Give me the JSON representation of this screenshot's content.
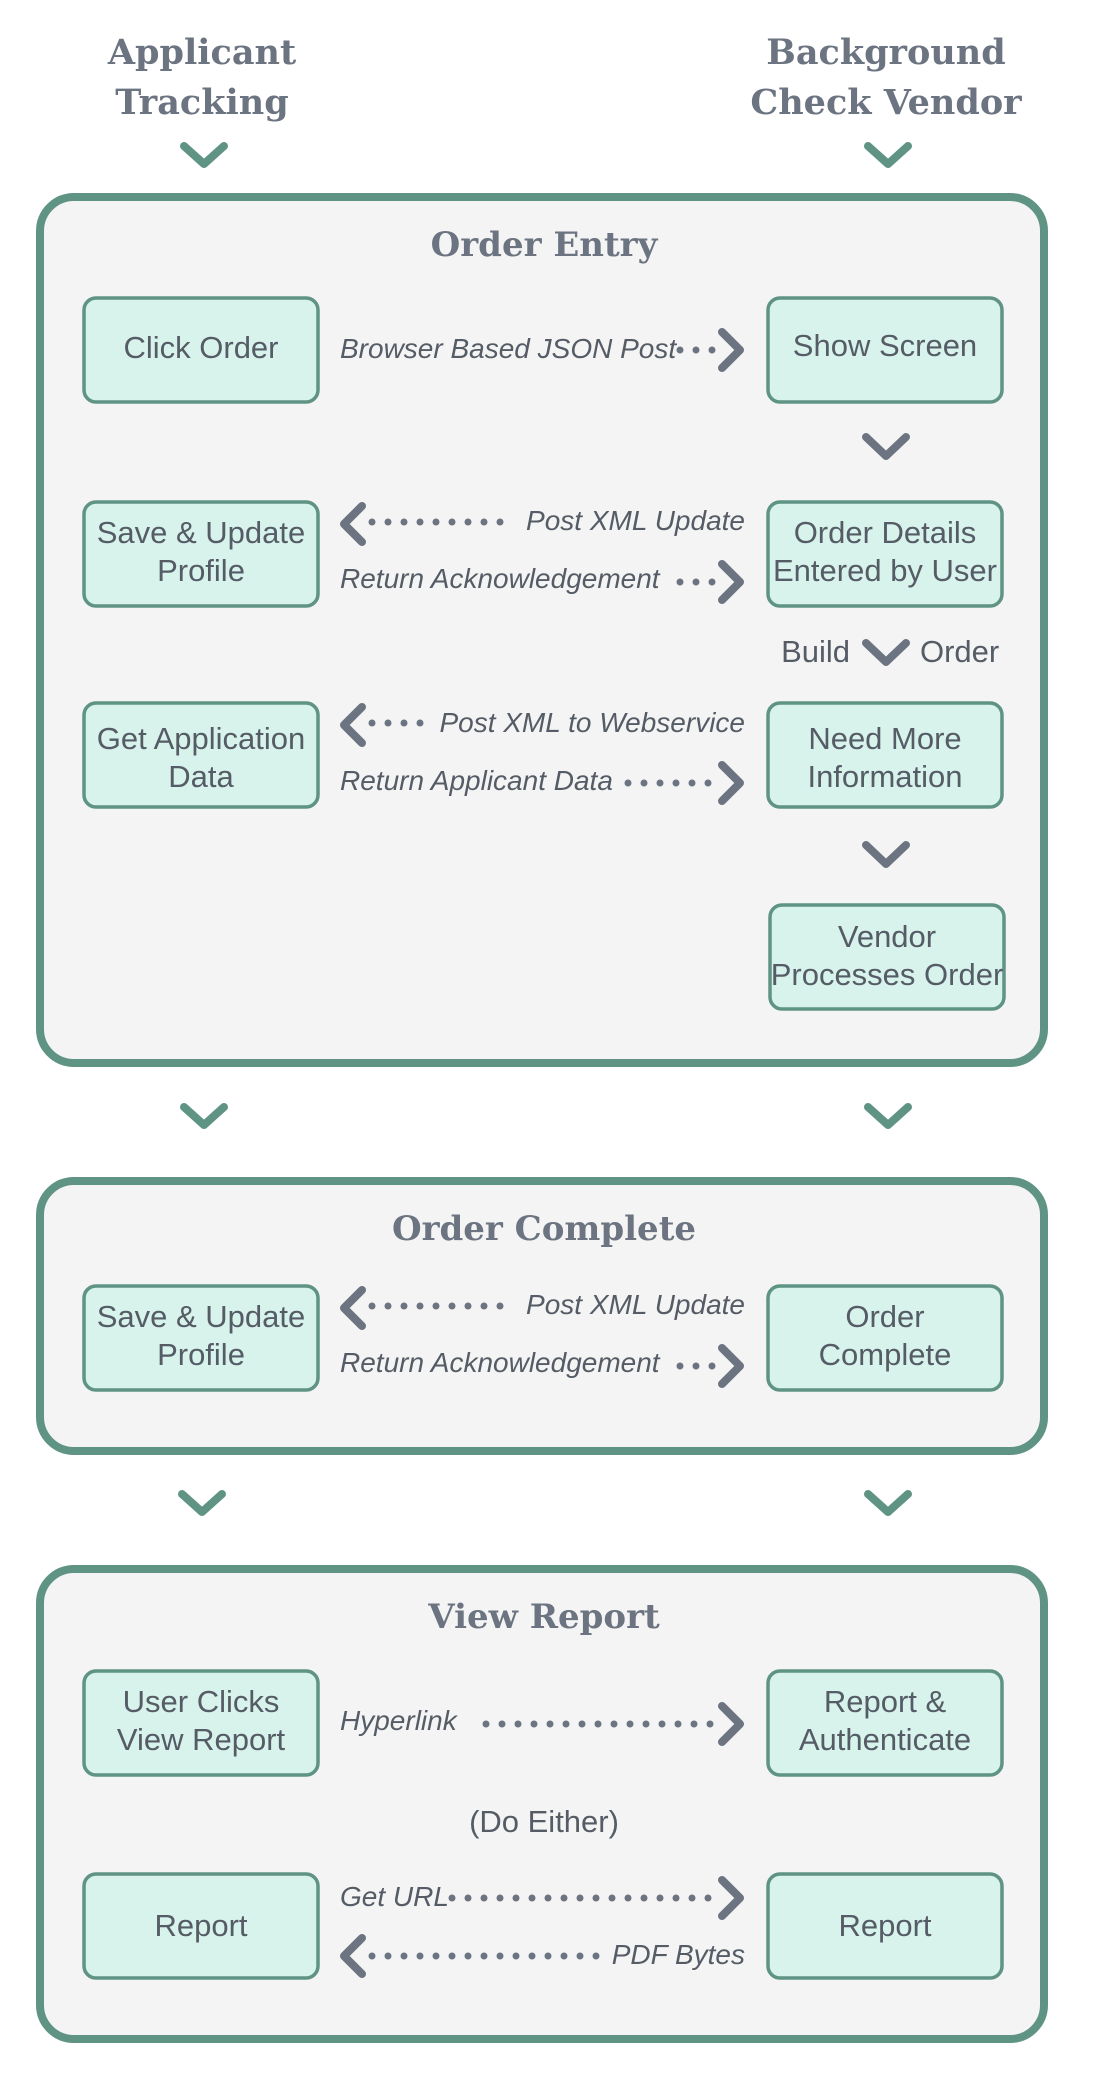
{
  "lanes": {
    "left": [
      "Applicant",
      "Tracking"
    ],
    "right": [
      "Background",
      "Check Vendor"
    ]
  },
  "sections": {
    "order_entry": {
      "title": "Order Entry",
      "nodes": {
        "click_order": [
          "Click Order"
        ],
        "show_screen": [
          "Show Screen"
        ],
        "save_update_profile": [
          "Save & Update",
          "Profile"
        ],
        "order_details": [
          "Order Details",
          "Entered by User"
        ],
        "get_application_data": [
          "Get Application",
          "Data"
        ],
        "need_more_information": [
          "Need More",
          "Information"
        ],
        "vendor_processes_order": [
          "Vendor",
          "Processes Order"
        ]
      },
      "edges": {
        "browser_json_post": "Browser Based JSON Post",
        "post_xml_update": "Post XML Update",
        "return_acknowledgement": "Return Acknowledgement",
        "post_xml_webservice": "Post XML to Webservice",
        "return_applicant_data": "Return Applicant Data"
      },
      "build_order": {
        "left": "Build",
        "right": "Order"
      }
    },
    "order_complete": {
      "title": "Order Complete",
      "nodes": {
        "save_update_profile": [
          "Save & Update",
          "Profile"
        ],
        "order_complete": [
          "Order",
          "Complete"
        ]
      },
      "edges": {
        "post_xml_update": "Post XML Update",
        "return_acknowledgement": "Return Acknowledgement"
      }
    },
    "view_report": {
      "title": "View Report",
      "nodes": {
        "user_clicks_view_report": [
          "User Clicks",
          "View Report"
        ],
        "report_authenticate": [
          "Report &",
          "Authenticate"
        ],
        "report_left": [
          "Report"
        ],
        "report_right": [
          "Report"
        ]
      },
      "edges": {
        "hyperlink": "Hyperlink",
        "get_url": "Get URL",
        "pdf_bytes": "PDF Bytes"
      },
      "do_either": "(Do Either)"
    }
  },
  "colors": {
    "panel_fill": "#f4f4f4",
    "panel_border": "#5f9384",
    "node_fill": "#d7f3ec",
    "text": "#555c66",
    "arrow": "#6b7480"
  }
}
